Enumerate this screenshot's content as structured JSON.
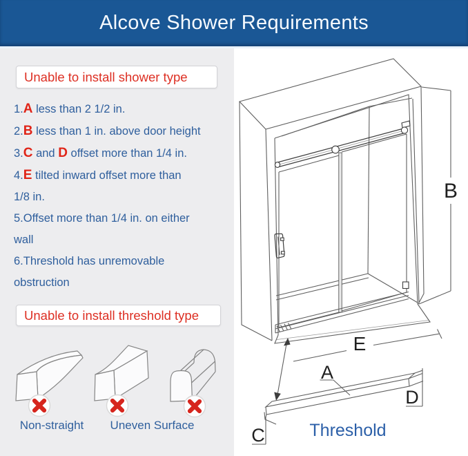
{
  "header": {
    "title": "Alcove Shower Requirements"
  },
  "left_panel": {
    "shower_box_title": "Unable to install shower type",
    "rules_lines": [
      [
        {
          "t": "1."
        },
        {
          "t": "A",
          "red": true
        },
        {
          "t": " less than 2 1/2 in."
        }
      ],
      [
        {
          "t": "2."
        },
        {
          "t": "B",
          "red": true
        },
        {
          "t": " less than 1 in. above door height"
        }
      ],
      [
        {
          "t": "3."
        },
        {
          "t": "C",
          "red": true
        },
        {
          "t": " and "
        },
        {
          "t": "D",
          "red": true
        },
        {
          "t": " offset more than 1/4 in."
        }
      ],
      [
        {
          "t": "4."
        },
        {
          "t": "E",
          "red": true
        },
        {
          "t": " tilted inward offset more than"
        }
      ],
      [
        {
          "t": "1/8 in."
        }
      ],
      [
        {
          "t": "5.Offset more than 1/4 in. on either"
        }
      ],
      [
        {
          "t": "wall"
        }
      ],
      [
        {
          "t": "6.Threshold has unremovable"
        }
      ],
      [
        {
          "t": "obstruction"
        }
      ]
    ],
    "threshold_box_title": "Unable to install threshold type",
    "figures": [
      {
        "name": "curved-threshold",
        "icon": "x-mark"
      },
      {
        "name": "uneven-surface-threshold",
        "icon": "x-mark"
      },
      {
        "name": "round-top-threshold",
        "icon": "x-mark"
      }
    ],
    "figure_labels": [
      "Non-straight",
      "Uneven Surface"
    ]
  },
  "diagram": {
    "labels": {
      "a": "A",
      "b": "B",
      "c": "C",
      "d": "D",
      "e": "E"
    },
    "caption": "Threshold"
  },
  "colors": {
    "header_bg": "#1a5795",
    "header_text": "#f6fafe",
    "panel_left_bg": "#ededef",
    "panel_right_bg": "#ffffff",
    "text_blue": "#2f5f9d",
    "alert_red": "#dd2f23",
    "letter_red": "#e02417",
    "x_mark_red": "#d6251d",
    "caption_blue": "#2b5fa8",
    "line_gray": "#5f5f5f"
  }
}
